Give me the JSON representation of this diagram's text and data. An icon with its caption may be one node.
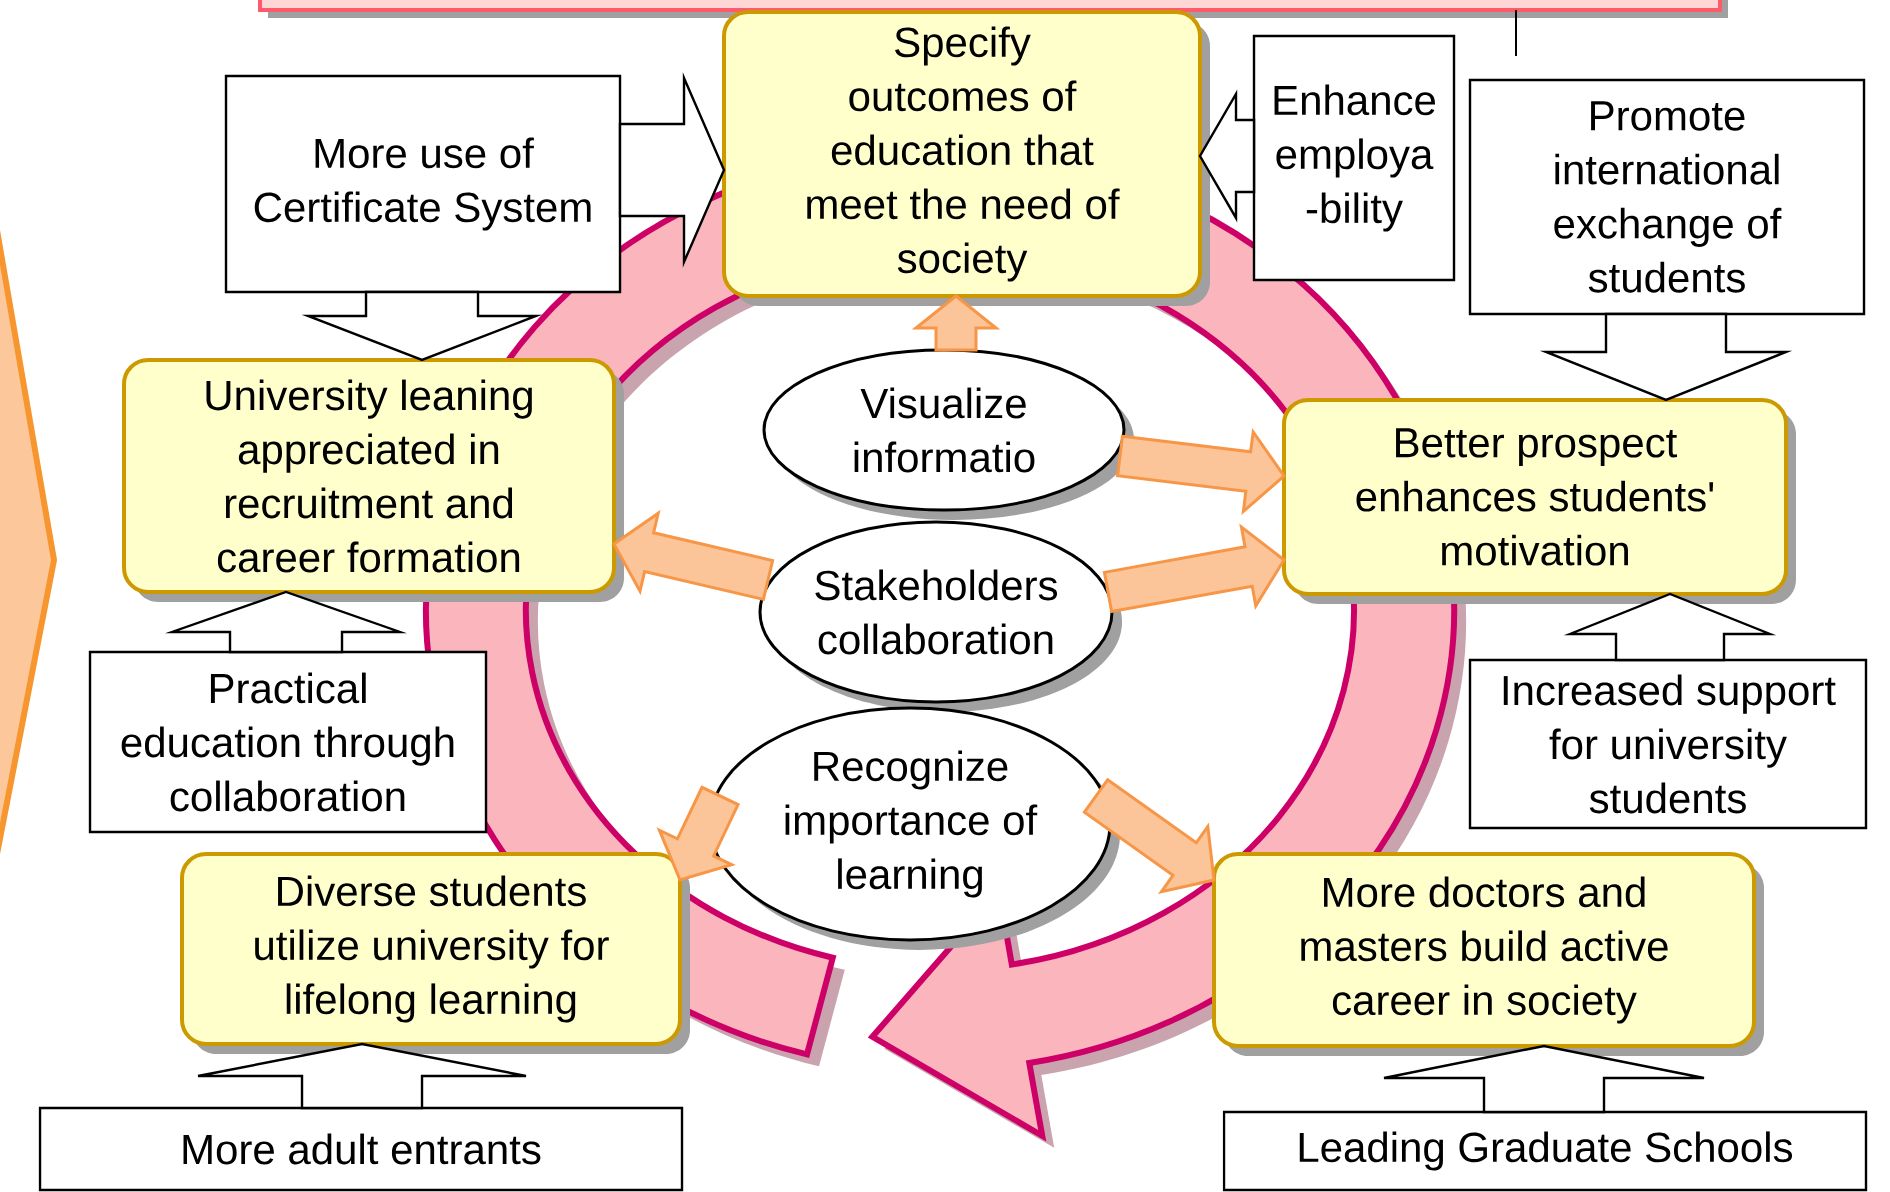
{
  "diagram": {
    "nodes": [
      {
        "text": [
          "Specify outcomes of education that meet the need of society"
        ]
      },
      {
        "text": [
          "Enhance employa -bility"
        ]
      },
      {
        "text": [
          "More use of Certificate System"
        ]
      },
      {
        "text": [
          "University leaning appreciated in recruitment and career formation"
        ]
      },
      {
        "text": [
          "Promote international exchange of students"
        ]
      },
      {
        "text": [
          "Visualize informatio"
        ]
      },
      {
        "text": [
          "Stakeholders collaboration"
        ]
      },
      {
        "text": [
          "Better prospect enhances students' motivation"
        ]
      },
      {
        "text": [
          "Practical education through collaboration"
        ]
      },
      {
        "text": [
          "Recognize importance of learning"
        ]
      },
      {
        "text": [
          "Increased support for university students"
        ]
      },
      {
        "text": [
          "Diverse students utilize university for lifelong learning"
        ]
      },
      {
        "text": [
          "More doctors and masters build active career in society"
        ]
      },
      {
        "text": [
          "More adult entrants"
        ]
      },
      {
        "text": [
          "Leading Graduate Schools"
        ]
      }
    ],
    "edges": [
      {
        "from": 2,
        "to": 0,
        "arrow": "to"
      },
      {
        "from": 2,
        "to": 3,
        "arrow": "to"
      },
      {
        "from": 1,
        "to": 0,
        "arrow": "to"
      },
      {
        "from": 4,
        "to": 7,
        "arrow": "to"
      },
      {
        "from": 8,
        "to": 3,
        "arrow": "to"
      },
      {
        "from": 10,
        "to": 7,
        "arrow": "to"
      },
      {
        "from": 13,
        "to": 11,
        "arrow": "to"
      },
      {
        "from": 14,
        "to": 12,
        "arrow": "to"
      },
      {
        "from": 5,
        "to": 0,
        "arrow": "to",
        "color": "#f79646"
      },
      {
        "from": 5,
        "to": 7,
        "arrow": "to",
        "color": "#f79646"
      },
      {
        "from": 6,
        "to": 3,
        "arrow": "to",
        "color": "#f79646"
      },
      {
        "from": 6,
        "to": 7,
        "arrow": "to",
        "color": "#f79646"
      },
      {
        "from": 9,
        "to": 11,
        "arrow": "to",
        "color": "#f79646"
      },
      {
        "from": 9,
        "to": 12,
        "arrow": "to",
        "color": "#f79646"
      }
    ]
  }
}
